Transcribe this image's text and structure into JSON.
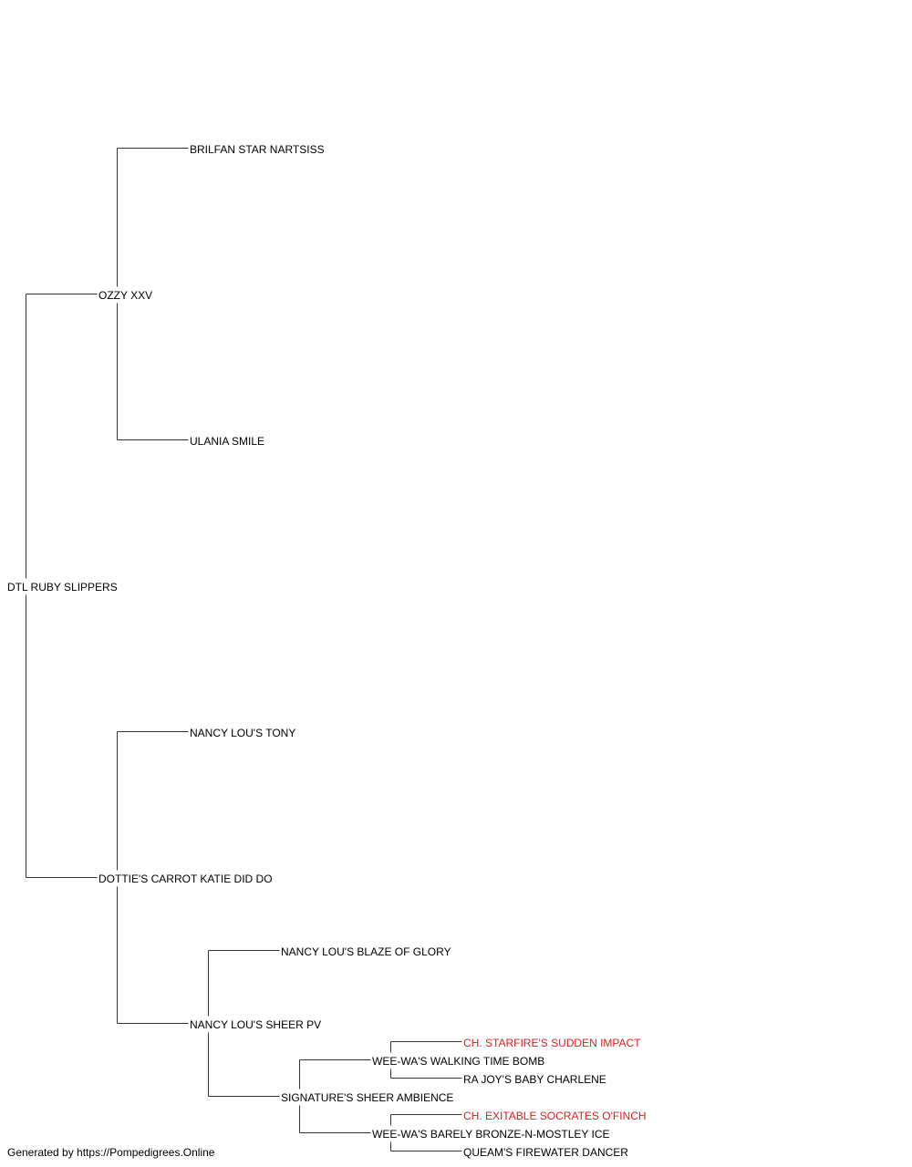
{
  "tree": {
    "name": "DTL RUBY SLIPPERS",
    "children": [
      {
        "name": "OZZY XXV",
        "children": [
          {
            "name": "BRILFAN STAR NARTSISS"
          },
          {
            "name": "ULANIA SMILE"
          }
        ]
      },
      {
        "name": "DOTTIE'S CARROT KATIE DID DO",
        "children": [
          {
            "name": "NANCY LOU'S TONY"
          },
          {
            "name": "NANCY LOU'S SHEER PV",
            "children": [
              {
                "name": "NANCY LOU'S BLAZE OF GLORY"
              },
              {
                "name": "SIGNATURE'S SHEER AMBIENCE",
                "children": [
                  {
                    "name": "WEE-WA'S WALKING TIME BOMB",
                    "children": [
                      {
                        "name": "CH. STARFIRE'S SUDDEN IMPACT",
                        "highlight": true
                      },
                      {
                        "name": "RA JOY'S BABY CHARLENE"
                      }
                    ]
                  },
                  {
                    "name": "WEE-WA'S BARELY BRONZE-N-MOSTLEY ICE",
                    "children": [
                      {
                        "name": "CH. EXITABLE SOCRATES O'FINCH",
                        "highlight": true
                      },
                      {
                        "name": "QUEAM'S FIREWATER DANCER"
                      }
                    ]
                  }
                ]
              }
            ]
          }
        ]
      }
    ]
  },
  "credit": "Generated by https://Pompedigrees.Online",
  "colors": {
    "line": "#333333",
    "text": "#000000",
    "highlight": "#e41a1c"
  }
}
